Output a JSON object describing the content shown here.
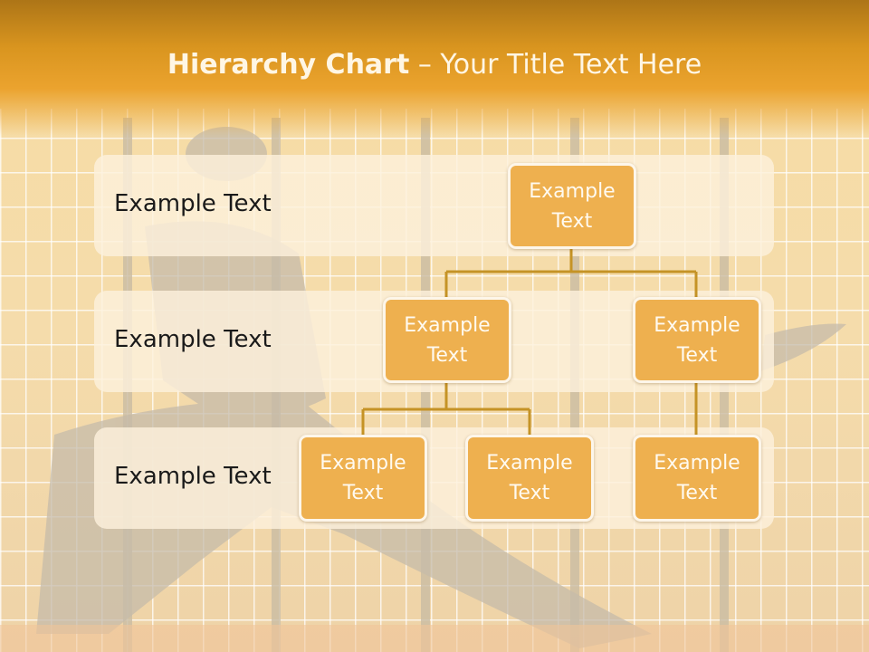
{
  "slide": {
    "title_bold": "Hierarchy Chart",
    "title_dash": " – ",
    "title_rest": "Your Title Text Here"
  },
  "rows": [
    {
      "label": "Example Text"
    },
    {
      "label": "Example Text"
    },
    {
      "label": "Example Text"
    }
  ],
  "nodes": {
    "root": "Example\nText",
    "level2_left": "Example\nText",
    "level2_right": "Example\nText",
    "level3_left": "Example\nText",
    "level3_middle": "Example\nText",
    "level3_right": "Example\nText"
  },
  "colors": {
    "node_fill": "#eeb04f",
    "node_border": "#fdf6ea",
    "connector": "#c59326",
    "title_band": "#e4a02a"
  }
}
